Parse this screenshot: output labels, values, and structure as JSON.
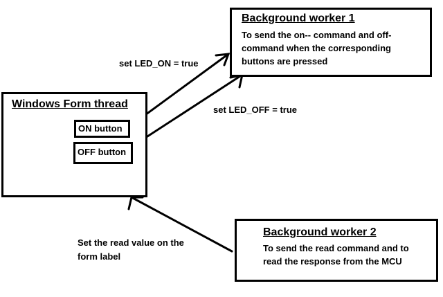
{
  "form_thread": {
    "title": "Windows Form thread",
    "on_button": "ON button",
    "off_button": "OFF button"
  },
  "worker1": {
    "title": "Background worker 1",
    "desc_lines": [
      "To send the on-- command and off-",
      "command when the corresponding",
      "buttons are pressed"
    ]
  },
  "worker2": {
    "title": "Background worker 2",
    "desc_lines": [
      "To send the read command and to",
      "read the response from the MCU"
    ]
  },
  "labels": {
    "led_on": "set LED_ON = true",
    "led_off": "set LED_OFF = true",
    "read_value_lines": [
      "Set the read value on the",
      "form label"
    ]
  }
}
